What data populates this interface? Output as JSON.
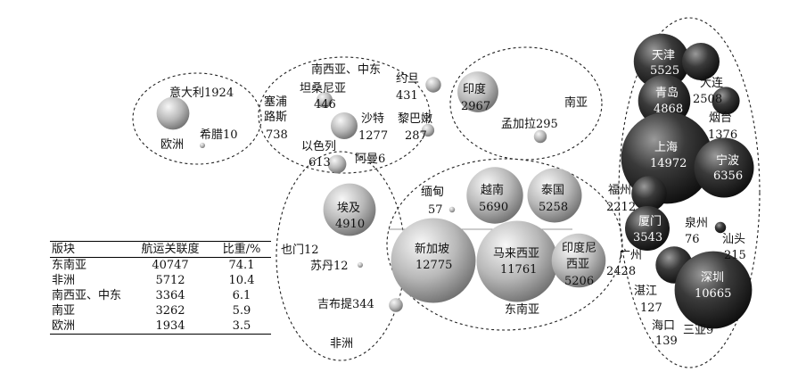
{
  "groups": [
    {
      "key": "europe",
      "label": "欧洲"
    },
    {
      "key": "mideast",
      "label": "南西亚、中东"
    },
    {
      "key": "southasia",
      "label": "南亚"
    },
    {
      "key": "africa",
      "label": "非洲"
    },
    {
      "key": "seasia",
      "label": "东南亚"
    }
  ],
  "bubbles": [
    {
      "key": "italy",
      "name": "意大利",
      "value": 1924,
      "group": "europe",
      "shade": "light"
    },
    {
      "key": "greece",
      "name": "希腊",
      "value": 10,
      "group": "europe",
      "shade": "light"
    },
    {
      "key": "cyprus",
      "name": "塞浦路斯",
      "value": 738,
      "group": "mideast",
      "shade": "light"
    },
    {
      "key": "tanzania",
      "name": "坦桑尼亚",
      "value": 446,
      "group": "mideast",
      "shade": "light"
    },
    {
      "key": "jordan",
      "name": "约旦",
      "value": 431,
      "group": "mideast",
      "shade": "light"
    },
    {
      "key": "saudi",
      "name": "沙特",
      "value": 1277,
      "group": "mideast",
      "shade": "light"
    },
    {
      "key": "lebanon",
      "name": "黎巴嫩",
      "value": 287,
      "group": "mideast",
      "shade": "light"
    },
    {
      "key": "israel",
      "name": "以色列",
      "value": 613,
      "group": "mideast",
      "shade": "light"
    },
    {
      "key": "oman",
      "name": "阿曼",
      "value": 6,
      "group": "mideast",
      "shade": "light"
    },
    {
      "key": "india",
      "name": "印度",
      "value": 2967,
      "group": "southasia",
      "shade": "light"
    },
    {
      "key": "bangladesh",
      "name": "孟加拉",
      "value": 295,
      "group": "southasia",
      "shade": "light"
    },
    {
      "key": "egypt",
      "name": "埃及",
      "value": 4910,
      "group": "africa",
      "shade": "light"
    },
    {
      "key": "yemen",
      "name": "也门",
      "value": 12,
      "group": "africa",
      "shade": "light"
    },
    {
      "key": "sudan",
      "name": "苏丹",
      "value": 12,
      "group": "africa",
      "shade": "light"
    },
    {
      "key": "djibouti",
      "name": "吉布提",
      "value": 344,
      "group": "africa",
      "shade": "light"
    },
    {
      "key": "myanmar",
      "name": "缅甸",
      "value": 57,
      "group": "seasia",
      "shade": "light"
    },
    {
      "key": "vietnam",
      "name": "越南",
      "value": 5690,
      "group": "seasia",
      "shade": "light"
    },
    {
      "key": "thailand",
      "name": "泰国",
      "value": 5258,
      "group": "seasia",
      "shade": "light"
    },
    {
      "key": "singapore",
      "name": "新加坡",
      "value": 12775,
      "group": "seasia",
      "shade": "light"
    },
    {
      "key": "malaysia",
      "name": "马来西亚",
      "value": 11761,
      "group": "seasia",
      "shade": "light"
    },
    {
      "key": "indonesia",
      "name": "印度尼西亚",
      "value": 5206,
      "group": "seasia",
      "shade": "light"
    },
    {
      "key": "tianjin",
      "name": "天津",
      "value": 5525,
      "group": "china",
      "shade": "dark"
    },
    {
      "key": "dalian",
      "name": "大连",
      "value": 2508,
      "group": "china",
      "shade": "dark"
    },
    {
      "key": "qingdao",
      "name": "青岛",
      "value": 4868,
      "group": "china",
      "shade": "dark"
    },
    {
      "key": "yantai",
      "name": "烟台",
      "value": 1376,
      "group": "china",
      "shade": "dark"
    },
    {
      "key": "shanghai",
      "name": "上海",
      "value": 14972,
      "group": "china",
      "shade": "dark"
    },
    {
      "key": "ningbo",
      "name": "宁波",
      "value": 6356,
      "group": "china",
      "shade": "dark"
    },
    {
      "key": "fuzhou",
      "name": "福州",
      "value": 2212,
      "group": "china",
      "shade": "dark"
    },
    {
      "key": "xiamen",
      "name": "厦门",
      "value": 3543,
      "group": "china",
      "shade": "dark"
    },
    {
      "key": "quanzhou",
      "name": "泉州",
      "value": 76,
      "group": "china",
      "shade": "dark"
    },
    {
      "key": "shantou",
      "name": "汕头",
      "value": 215,
      "group": "china",
      "shade": "dark"
    },
    {
      "key": "guangzhou",
      "name": "广州",
      "value": 2428,
      "group": "china",
      "shade": "dark"
    },
    {
      "key": "shenzhen",
      "name": "深圳",
      "value": 10665,
      "group": "china",
      "shade": "dark"
    },
    {
      "key": "zhanjiang",
      "name": "湛江",
      "value": 127,
      "group": "china",
      "shade": "dark"
    },
    {
      "key": "haikou",
      "name": "海口",
      "value": 139,
      "group": "china",
      "shade": "dark"
    },
    {
      "key": "sanya",
      "name": "三亚",
      "value": 9,
      "group": "china",
      "shade": "dark"
    }
  ],
  "table": {
    "headers": [
      "版块",
      "航运关联度",
      "比重/%"
    ],
    "rows": [
      [
        "东南亚",
        "40747",
        "74.1"
      ],
      [
        "非洲",
        "5712",
        "10.4"
      ],
      [
        "南西亚、中东",
        "3364",
        "6.1"
      ],
      [
        "南亚",
        "3262",
        "5.9"
      ],
      [
        "欧洲",
        "1934",
        "3.5"
      ]
    ]
  },
  "colors": {
    "light_hi": "#f7f7f7",
    "light_lo": "#6f6f6f",
    "dark_hi": "#9a9a9a",
    "dark_lo": "#0d0d0d",
    "outline": "#222222"
  }
}
